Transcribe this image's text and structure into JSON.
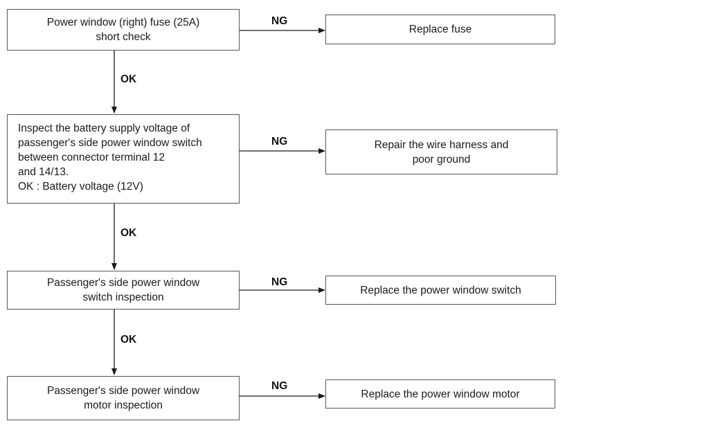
{
  "steps": [
    {
      "check": "Power window (right) fuse (25A)\nshort check",
      "ng_label": "NG",
      "remedy": "Replace fuse",
      "ok_label": "OK"
    },
    {
      "check": "Inspect the battery supply voltage of\npassenger's side power window switch\nbetween connector terminal 12\nand 14/13.\nOK : Battery voltage (12V)",
      "ng_label": "NG",
      "remedy": "Repair the wire harness and\npoor ground",
      "ok_label": "OK"
    },
    {
      "check": "Passenger's side power window\nswitch inspection",
      "ng_label": "NG",
      "remedy": "Replace the power window switch",
      "ok_label": "OK"
    },
    {
      "check": "Passenger's side power window\nmotor inspection",
      "ng_label": "NG",
      "remedy": "Replace the power window motor"
    }
  ],
  "colors": {
    "line": "#1a1a1a",
    "border": "#555555"
  }
}
